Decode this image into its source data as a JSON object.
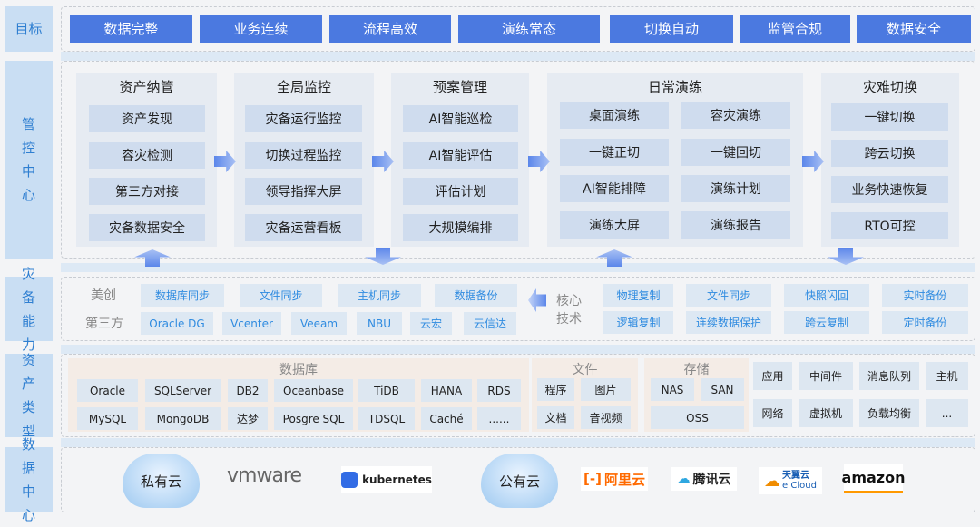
{
  "rows": {
    "goal": "目标",
    "control": "管控中心",
    "capability": "灾备能力",
    "assets": "资产类型",
    "datacenter": "数据中心"
  },
  "goals": [
    "数据完整",
    "业务连续",
    "流程高效",
    "演练常态",
    "切换自动",
    "监管合规",
    "数据安全"
  ],
  "control": {
    "asset": {
      "title": "资产纳管",
      "items": [
        "资产发现",
        "容灾检测",
        "第三方对接",
        "灾备数据安全"
      ]
    },
    "monitor": {
      "title": "全局监控",
      "items": [
        "灾备运行监控",
        "切换过程监控",
        "领导指挥大屏",
        "灾备运营看板"
      ]
    },
    "plan": {
      "title": "预案管理",
      "items": [
        "AI智能巡检",
        "AI智能评估",
        "评估计划",
        "大规模编排"
      ]
    },
    "drill": {
      "title": "日常演练",
      "items": [
        "桌面演练",
        "容灾演练",
        "一键正切",
        "一键回切",
        "AI智能排障",
        "演练计划",
        "演练大屏",
        "演练报告"
      ]
    },
    "switch": {
      "title": "灾难切换",
      "items": [
        "一键切换",
        "跨云切换",
        "业务快速恢复",
        "RTO可控"
      ]
    }
  },
  "capability": {
    "meichuang_label": "美创",
    "meichuang": [
      "数据库同步",
      "文件同步",
      "主机同步",
      "数据备份"
    ],
    "third_label": "第三方",
    "third": [
      "Oracle DG",
      "Vcenter",
      "Veeam",
      "NBU",
      "云宏",
      "云信达"
    ],
    "core_label": "核心技术",
    "core": [
      "物理复制",
      "文件同步",
      "快照闪回",
      "实时备份",
      "逻辑复制",
      "连续数据保护",
      "跨云复制",
      "定时备份"
    ]
  },
  "assets": {
    "db_title": "数据库",
    "db": [
      "Oracle",
      "SQLServer",
      "DB2",
      "Oceanbase",
      "TiDB",
      "HANA",
      "RDS",
      "MySQL",
      "MongoDB",
      "达梦",
      "Posgre SQL",
      "TDSQL",
      "Caché",
      "......"
    ],
    "file_title": "文件",
    "file": [
      "程序",
      "图片",
      "文档",
      "音视频"
    ],
    "storage_title": "存储",
    "storage": [
      "NAS",
      "SAN",
      "OSS"
    ],
    "other": [
      "应用",
      "中间件",
      "消息队列",
      "主机",
      "网络",
      "虚拟机",
      "负载均衡",
      "..."
    ]
  },
  "datacenter": {
    "private": "私有云",
    "vmware": "vmware",
    "k8s": "kubernetes",
    "public": "公有云",
    "aliyun": "阿里云",
    "tencent": "腾讯云",
    "tianyi": "天翼云",
    "tianyi_sub": "e Cloud",
    "amazon": "amazon"
  }
}
